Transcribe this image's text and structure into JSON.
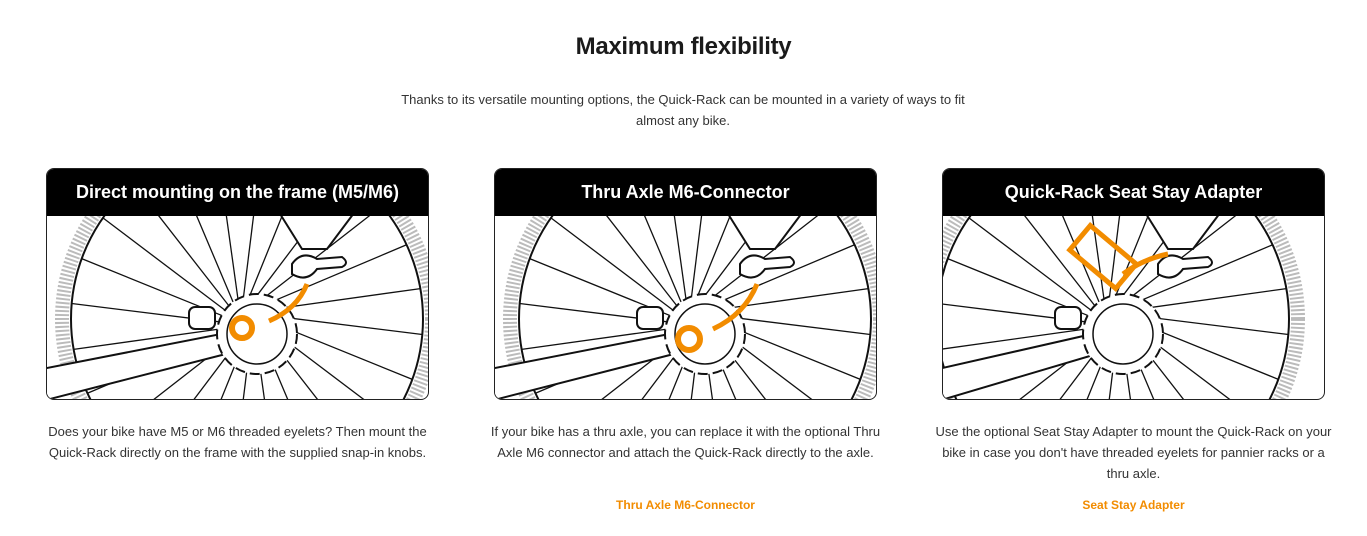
{
  "section": {
    "title": "Maximum flexibility",
    "intro": "Thanks to its versatile mounting options, the Quick-Rack can be mounted in a variety of ways to fit almost any bike."
  },
  "colors": {
    "accent": "#f28c00",
    "header_bg": "#000000"
  },
  "cards": [
    {
      "heading": "Direct mounting on the frame (M5/M6)",
      "description": "Does your bike have M5 or M6 threaded eyelets? Then mount the Quick-Rack directly on the frame with the supplied snap-in knobs.",
      "link": null,
      "highlight": "eyelet-ring"
    },
    {
      "heading": "Thru Axle M6-Connector",
      "description": "If your bike has a thru axle, you can replace it with the optional Thru Axle M6 connector and attach the Quick-Rack directly to the axle.",
      "link": "Thru Axle M6-Connector",
      "highlight": "axle-ring"
    },
    {
      "heading": "Quick-Rack Seat Stay Adapter",
      "description": "Use the optional Seat Stay Adapter to mount the Quick-Rack on your bike in case you don't have threaded eyelets for pannier racks or a thru axle.",
      "link": "Seat Stay Adapter",
      "highlight": "adapter-box"
    }
  ]
}
